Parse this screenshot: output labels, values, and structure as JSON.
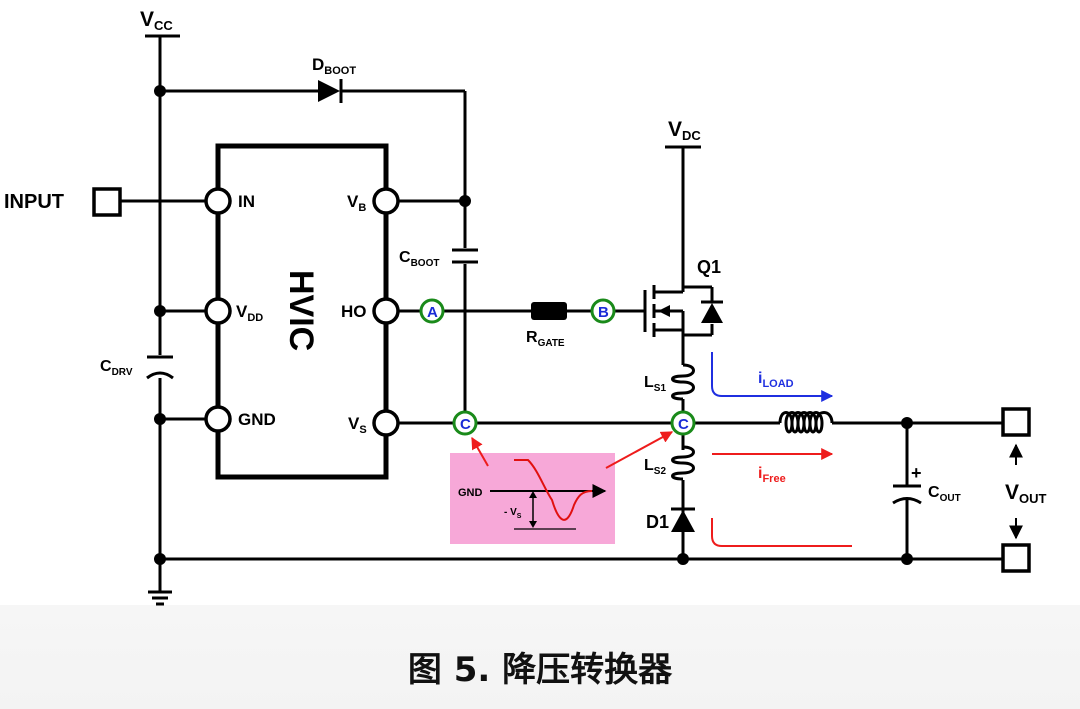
{
  "labels": {
    "vcc_main": "V",
    "vcc_sub": "CC",
    "vdc_main": "V",
    "vdc_sub": "DC",
    "dboot_main": "D",
    "dboot_sub": "BOOT",
    "cboot_main": "C",
    "cboot_sub": "BOOT",
    "cdrv_main": "C",
    "cdrv_sub": "DRV",
    "rgate_main": "R",
    "rgate_sub": "GATE",
    "ls1_main": "L",
    "ls1_sub": "S1",
    "ls2_main": "L",
    "ls2_sub": "S2",
    "cout_main": "C",
    "cout_sub": "OUT",
    "vout_main": "V",
    "vout_sub": "OUT",
    "q1": "Q1",
    "d1": "D1",
    "input": "INPUT",
    "cout_plus": "+"
  },
  "ic": {
    "name": "HVIC",
    "pin_in": "IN",
    "pin_vdd_main": "V",
    "pin_vdd_sub": "DD",
    "pin_gnd": "GND",
    "pin_vb_main": "V",
    "pin_vb_sub": "B",
    "pin_ho": "HO",
    "pin_vs_main": "V",
    "pin_vs_sub": "S"
  },
  "nodes": {
    "a": "A",
    "b": "B",
    "c1": "C",
    "c2": "C"
  },
  "currents": {
    "iload_main": "i",
    "iload_sub": "LOAD",
    "ifree_main": "i",
    "ifree_sub": "Free"
  },
  "inset": {
    "gnd": "GND",
    "vs_main": "- V",
    "vs_sub": "S"
  },
  "colors": {
    "node_ring": "#1a8a1a",
    "node_text": "#1a2bd6",
    "iload_arrow": "#1f2fe0",
    "ifree_arrow": "#ee1c1c",
    "inset_bg": "#f7a8d8"
  },
  "caption": "图 5. 降压转换器"
}
